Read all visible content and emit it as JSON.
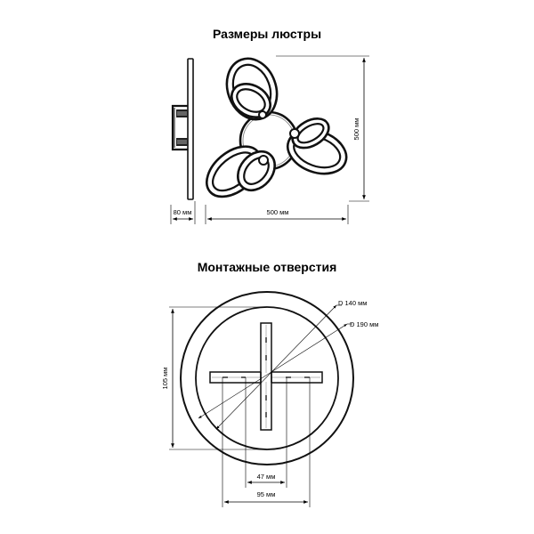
{
  "titles": {
    "chandelier_dimensions": "Размеры люстры",
    "mounting_holes": "Монтажные отверстия"
  },
  "chandelier": {
    "height_label": "500 мм",
    "width_label": "500 мм",
    "depth_label": "80 мм"
  },
  "mounting": {
    "outer_diameter_label": "D 190 мм",
    "inner_diameter_label": "D 140 мм",
    "height_label": "105 мм",
    "hole_spacing_small_label": "47 мм",
    "hole_spacing_large_label": "95 мм"
  },
  "colors": {
    "frame_fill": "#ffffff",
    "frame_dark": "#111111",
    "inner_line": "#3a3a3a",
    "plate_shadow": "#777777"
  }
}
